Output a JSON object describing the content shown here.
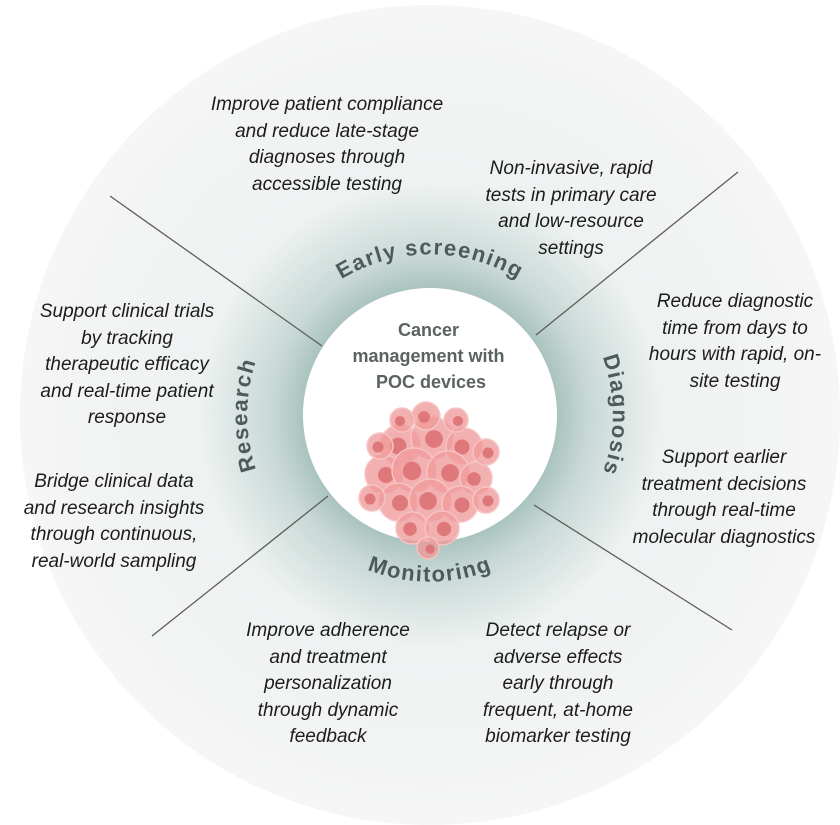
{
  "center": {
    "title_lines": [
      "Cancer",
      "management with",
      "POC devices"
    ],
    "image": "cancer-cell-cluster"
  },
  "sections": {
    "early_screening": "Early screening",
    "diagnosis": "Diagnosis",
    "monitoring": "Monitoring",
    "research": "Research"
  },
  "blurbs": {
    "screening_patient": [
      "Improve patient compliance",
      "and reduce late-stage",
      "diagnoses through",
      "accessible testing"
    ],
    "screening_rapid": [
      "Non-invasive, rapid",
      "tests in primary care",
      "and low-resource",
      "settings"
    ],
    "diagnosis_time": [
      "Reduce diagnostic",
      "time from days to",
      "hours with rapid, on-",
      "site testing"
    ],
    "diagnosis_decisions": [
      "Support earlier",
      "treatment decisions",
      "through real-time",
      "molecular diagnostics"
    ],
    "monitoring_relapse": [
      "Detect relapse or",
      "adverse effects",
      "early through",
      "frequent, at-home",
      "biomarker testing"
    ],
    "monitoring_adherence": [
      "Improve adherence",
      "and treatment",
      "personalization",
      "through dynamic",
      "feedback"
    ],
    "research_trials": [
      "Support clinical trials",
      "by tracking",
      "therapeutic efficacy",
      "and real-time patient",
      "response"
    ],
    "research_bridge": [
      "Bridge clinical data",
      "and research insights",
      "through continuous,",
      "real-world sampling"
    ]
  },
  "colors": {
    "teal_ring": "#aec4c1",
    "outer_fade": "#f1f3f2",
    "divider": "#5d5d5d",
    "cell_fill": "#ef9a9a",
    "cell_core": "#d96f72"
  }
}
